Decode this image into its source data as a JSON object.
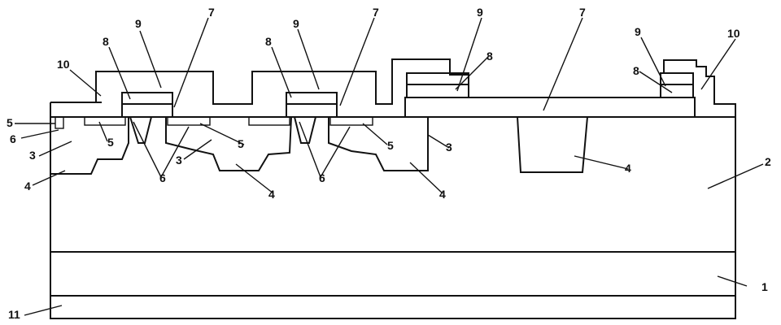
{
  "diagram": {
    "labels": {
      "l1": "1",
      "l2": "2",
      "l3a": "3",
      "l3b": "3",
      "l3c": "3",
      "l4a": "4",
      "l4b": "4",
      "l4c": "4",
      "l4d": "4",
      "l5a": "5",
      "l5b": "5",
      "l5c": "5",
      "l5d": "5",
      "l6a": "6",
      "l6b": "6",
      "l6c": "6",
      "l7a": "7",
      "l7b": "7",
      "l7c": "7",
      "l8a": "8",
      "l8b": "8",
      "l8c": "8",
      "l8d": "8",
      "l9a": "9",
      "l9b": "9",
      "l9c": "9",
      "l9d": "9",
      "l10a": "10",
      "l10b": "10",
      "l11": "11"
    }
  }
}
